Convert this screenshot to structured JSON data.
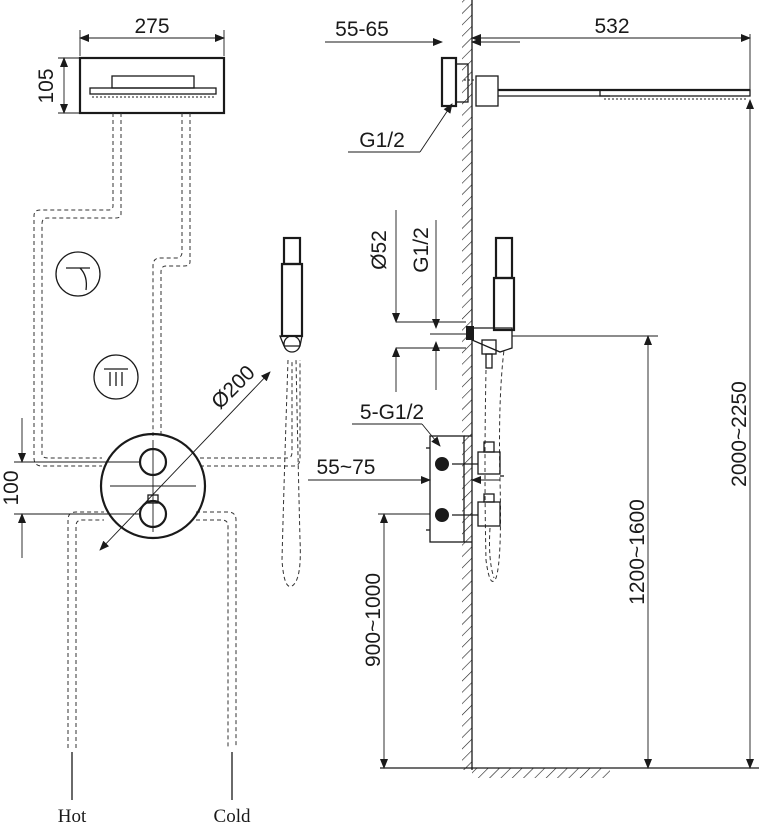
{
  "dimensions": {
    "head_width": "275",
    "head_height": "105",
    "plate_diameter": "Ø200",
    "outlet_spacing": "100",
    "wall_gap": "55-65",
    "arm_length": "532",
    "holder_diameter": "Ø52",
    "holder_thread": "G1/2",
    "arm_thread": "G1/2",
    "valve_ports": "5-G1/2",
    "valve_depth": "55~75",
    "valve_height": "900~1000",
    "holder_height": "1200~1600",
    "head_height_range": "2000~2250"
  },
  "labels": {
    "hot": "Hot",
    "cold": "Cold"
  }
}
